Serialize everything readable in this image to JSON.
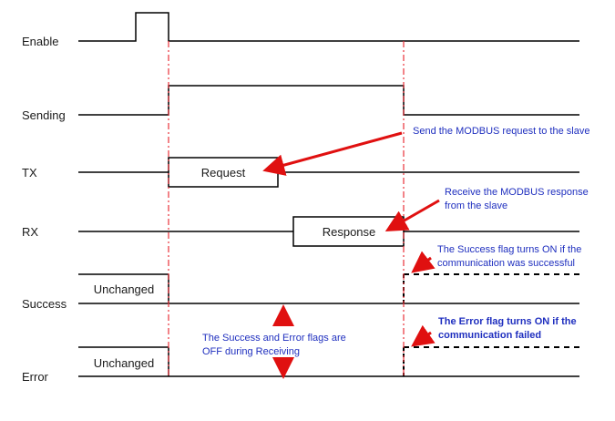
{
  "signals": {
    "enable": "Enable",
    "sending": "Sending",
    "tx": "TX",
    "rx": "RX",
    "success": "Success",
    "error": "Error"
  },
  "boxes": {
    "request": "Request",
    "response": "Response",
    "success_unchanged": "Unchanged",
    "error_unchanged": "Unchanged"
  },
  "annotations": {
    "send_request": "Send the MODBUS request to the slave",
    "receive_response_line1": "Receive the MODBUS response",
    "receive_response_line2": "from the slave",
    "success_on_line1": "The Success flag turns ON if the",
    "success_on_line2": "communication was successful",
    "error_on_line1": "The Error flag turns ON if the",
    "error_on_line2": "communication failed",
    "flags_off_line1": "The Success and Error flags are",
    "flags_off_line2": "OFF during Receiving"
  },
  "colors": {
    "signal_line": "#000000",
    "marker_line": "#e8313a",
    "arrow": "#e01010",
    "note_text": "#1f2fbf"
  }
}
